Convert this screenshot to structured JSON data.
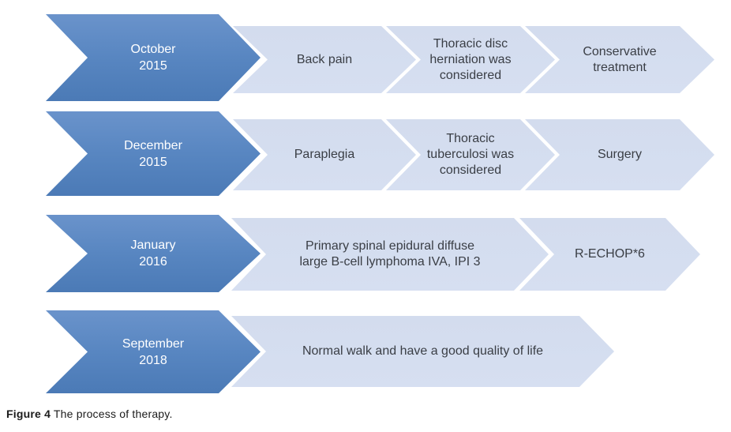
{
  "caption": {
    "label": "Figure 4",
    "text": "The process of therapy."
  },
  "colors": {
    "blue_top": "#6a93cb",
    "blue_bottom": "#4b7ab6",
    "light": "#d3dcee",
    "step_text": "#3a3e45",
    "period_text": "#ffffff"
  },
  "timeline": {
    "rows": [
      {
        "period": {
          "line1": "October",
          "line2": "2015"
        },
        "steps": [
          "Back pain",
          "Thoracic disc herniation was considered",
          "Conservative treatment"
        ]
      },
      {
        "period": {
          "line1": "December",
          "line2": "2015"
        },
        "steps": [
          "Paraplegia",
          "Thoracic tuberculosi was considered",
          "Surgery"
        ]
      },
      {
        "period": {
          "line1": "January",
          "line2": "2016"
        },
        "steps": [
          "Primary spinal epidural diffuse large B-cell lymphoma IVA, IPI 3",
          "R-ECHOP*6"
        ]
      },
      {
        "period": {
          "line1": "September",
          "line2": "2018"
        },
        "steps": [
          "Normal walk and have a good quality of life"
        ]
      }
    ]
  }
}
